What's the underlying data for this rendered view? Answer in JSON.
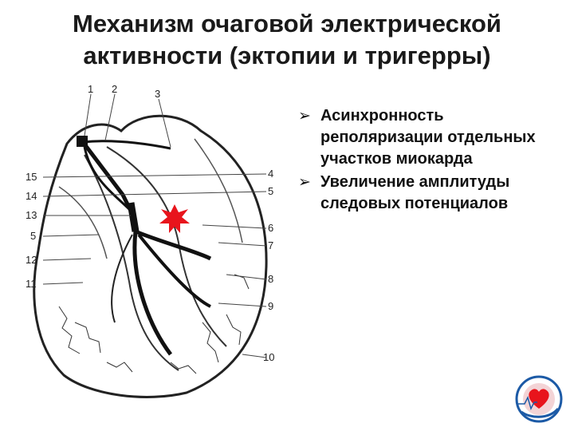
{
  "slide": {
    "title": "Механизм очаговой электрической активности (эктопии и тригерры)"
  },
  "bullets": [
    {
      "text": "Асинхронность реполяризации отдельных участков миокарда",
      "icon": "arrow-bullet-icon"
    },
    {
      "text": "Увеличение амплитуды следовых потенциалов",
      "icon": "arrow-bullet-icon"
    }
  ],
  "diagram": {
    "labels_top": [
      "1",
      "2",
      "3"
    ],
    "labels_right": [
      "4",
      "5",
      "6",
      "7",
      "8",
      "9",
      "10"
    ],
    "labels_left": [
      "15",
      "14",
      "13",
      "5",
      "12",
      "11"
    ],
    "ectopic_focus_color": "#e8141c"
  },
  "colors": {
    "accent": "#e8141c",
    "logo_blue": "#1c5aa6"
  },
  "logo": {
    "icon": "heart-logo-icon"
  }
}
